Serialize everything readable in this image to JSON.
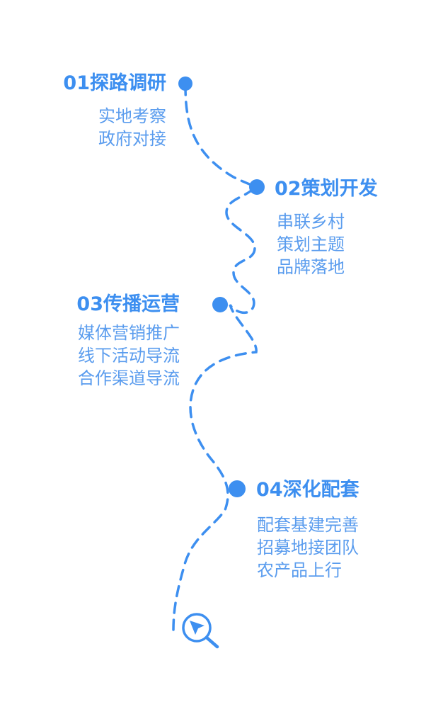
{
  "steps": [
    {
      "title": "01探路调研",
      "items": [
        "实地考察",
        "政府对接"
      ]
    },
    {
      "title": "02策划开发",
      "items": [
        "串联乡村",
        "策划主题",
        "品牌落地"
      ]
    },
    {
      "title": "03传播运营",
      "items": [
        "媒体营销推广",
        "线下活动导流",
        "合作渠道导流"
      ]
    },
    {
      "title": "04深化配套",
      "items": [
        "配套基建完善",
        "招募地接团队",
        "农产品上行"
      ]
    }
  ],
  "icons": {
    "end_marker": "search-location-icon"
  },
  "colors": {
    "accent": "#3d8ff0",
    "text": "#5a9cee"
  }
}
